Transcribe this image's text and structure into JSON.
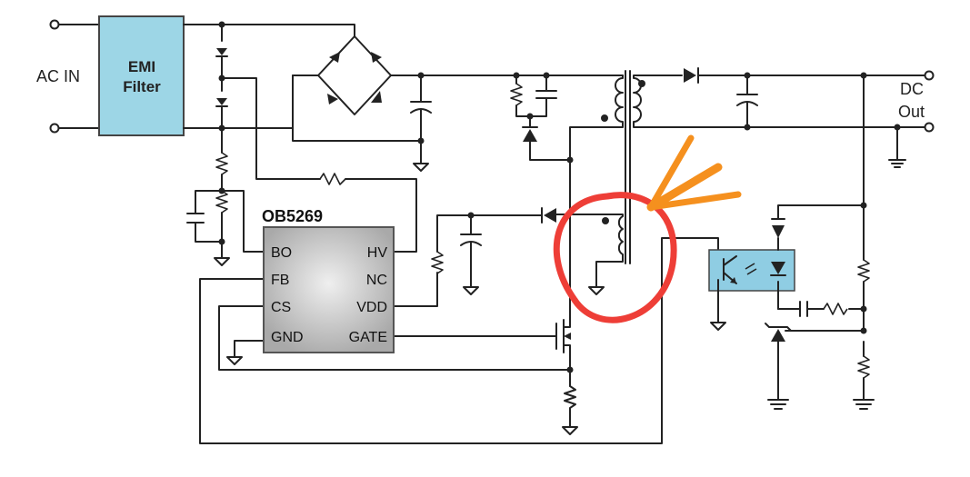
{
  "labels": {
    "ac_in": "AC IN",
    "emi_line1": "EMI",
    "emi_line2": "Filter",
    "dc": "DC",
    "out": "Out"
  },
  "ic": {
    "name": "OB5269",
    "pins_left": [
      "BO",
      "FB",
      "CS",
      "GND"
    ],
    "pins_right": [
      "HV",
      "NC",
      "VDD",
      "GATE"
    ]
  },
  "colors": {
    "wire": "#222222",
    "emi_fill": "#9dd6e6",
    "ic_fill": "#bdbdbd",
    "opto_fill": "#8fcde3",
    "highlight_circle": "#ee3e37",
    "arrow": "#f5901e"
  },
  "annotation": {
    "highlight": "circle-around-auxiliary-winding",
    "arrow_icon": "arrow-icon"
  }
}
